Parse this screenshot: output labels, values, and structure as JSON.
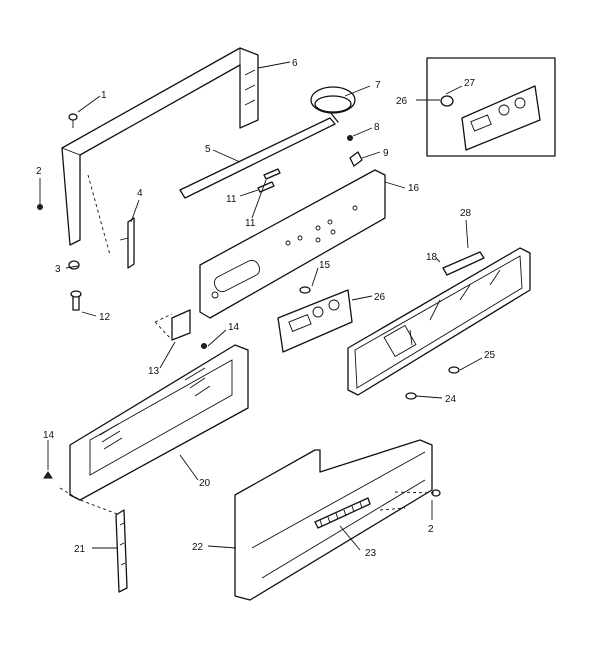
{
  "callouts": {
    "c1": "1",
    "c2a": "2",
    "c2b": "2",
    "c3": "3",
    "c4": "4",
    "c5": "5",
    "c6": "6",
    "c7": "7",
    "c8": "8",
    "c9": "9",
    "c11a": "11",
    "c11b": "11",
    "c12": "12",
    "c13": "13",
    "c14a": "14",
    "c14b": "14",
    "c15": "15",
    "c16": "16",
    "c18": "18",
    "c20": "20",
    "c21": "21",
    "c22": "22",
    "c23": "23",
    "c24": "24",
    "c25": "25",
    "c26a": "26",
    "c26b": "26",
    "c27": "27",
    "c28": "28"
  }
}
